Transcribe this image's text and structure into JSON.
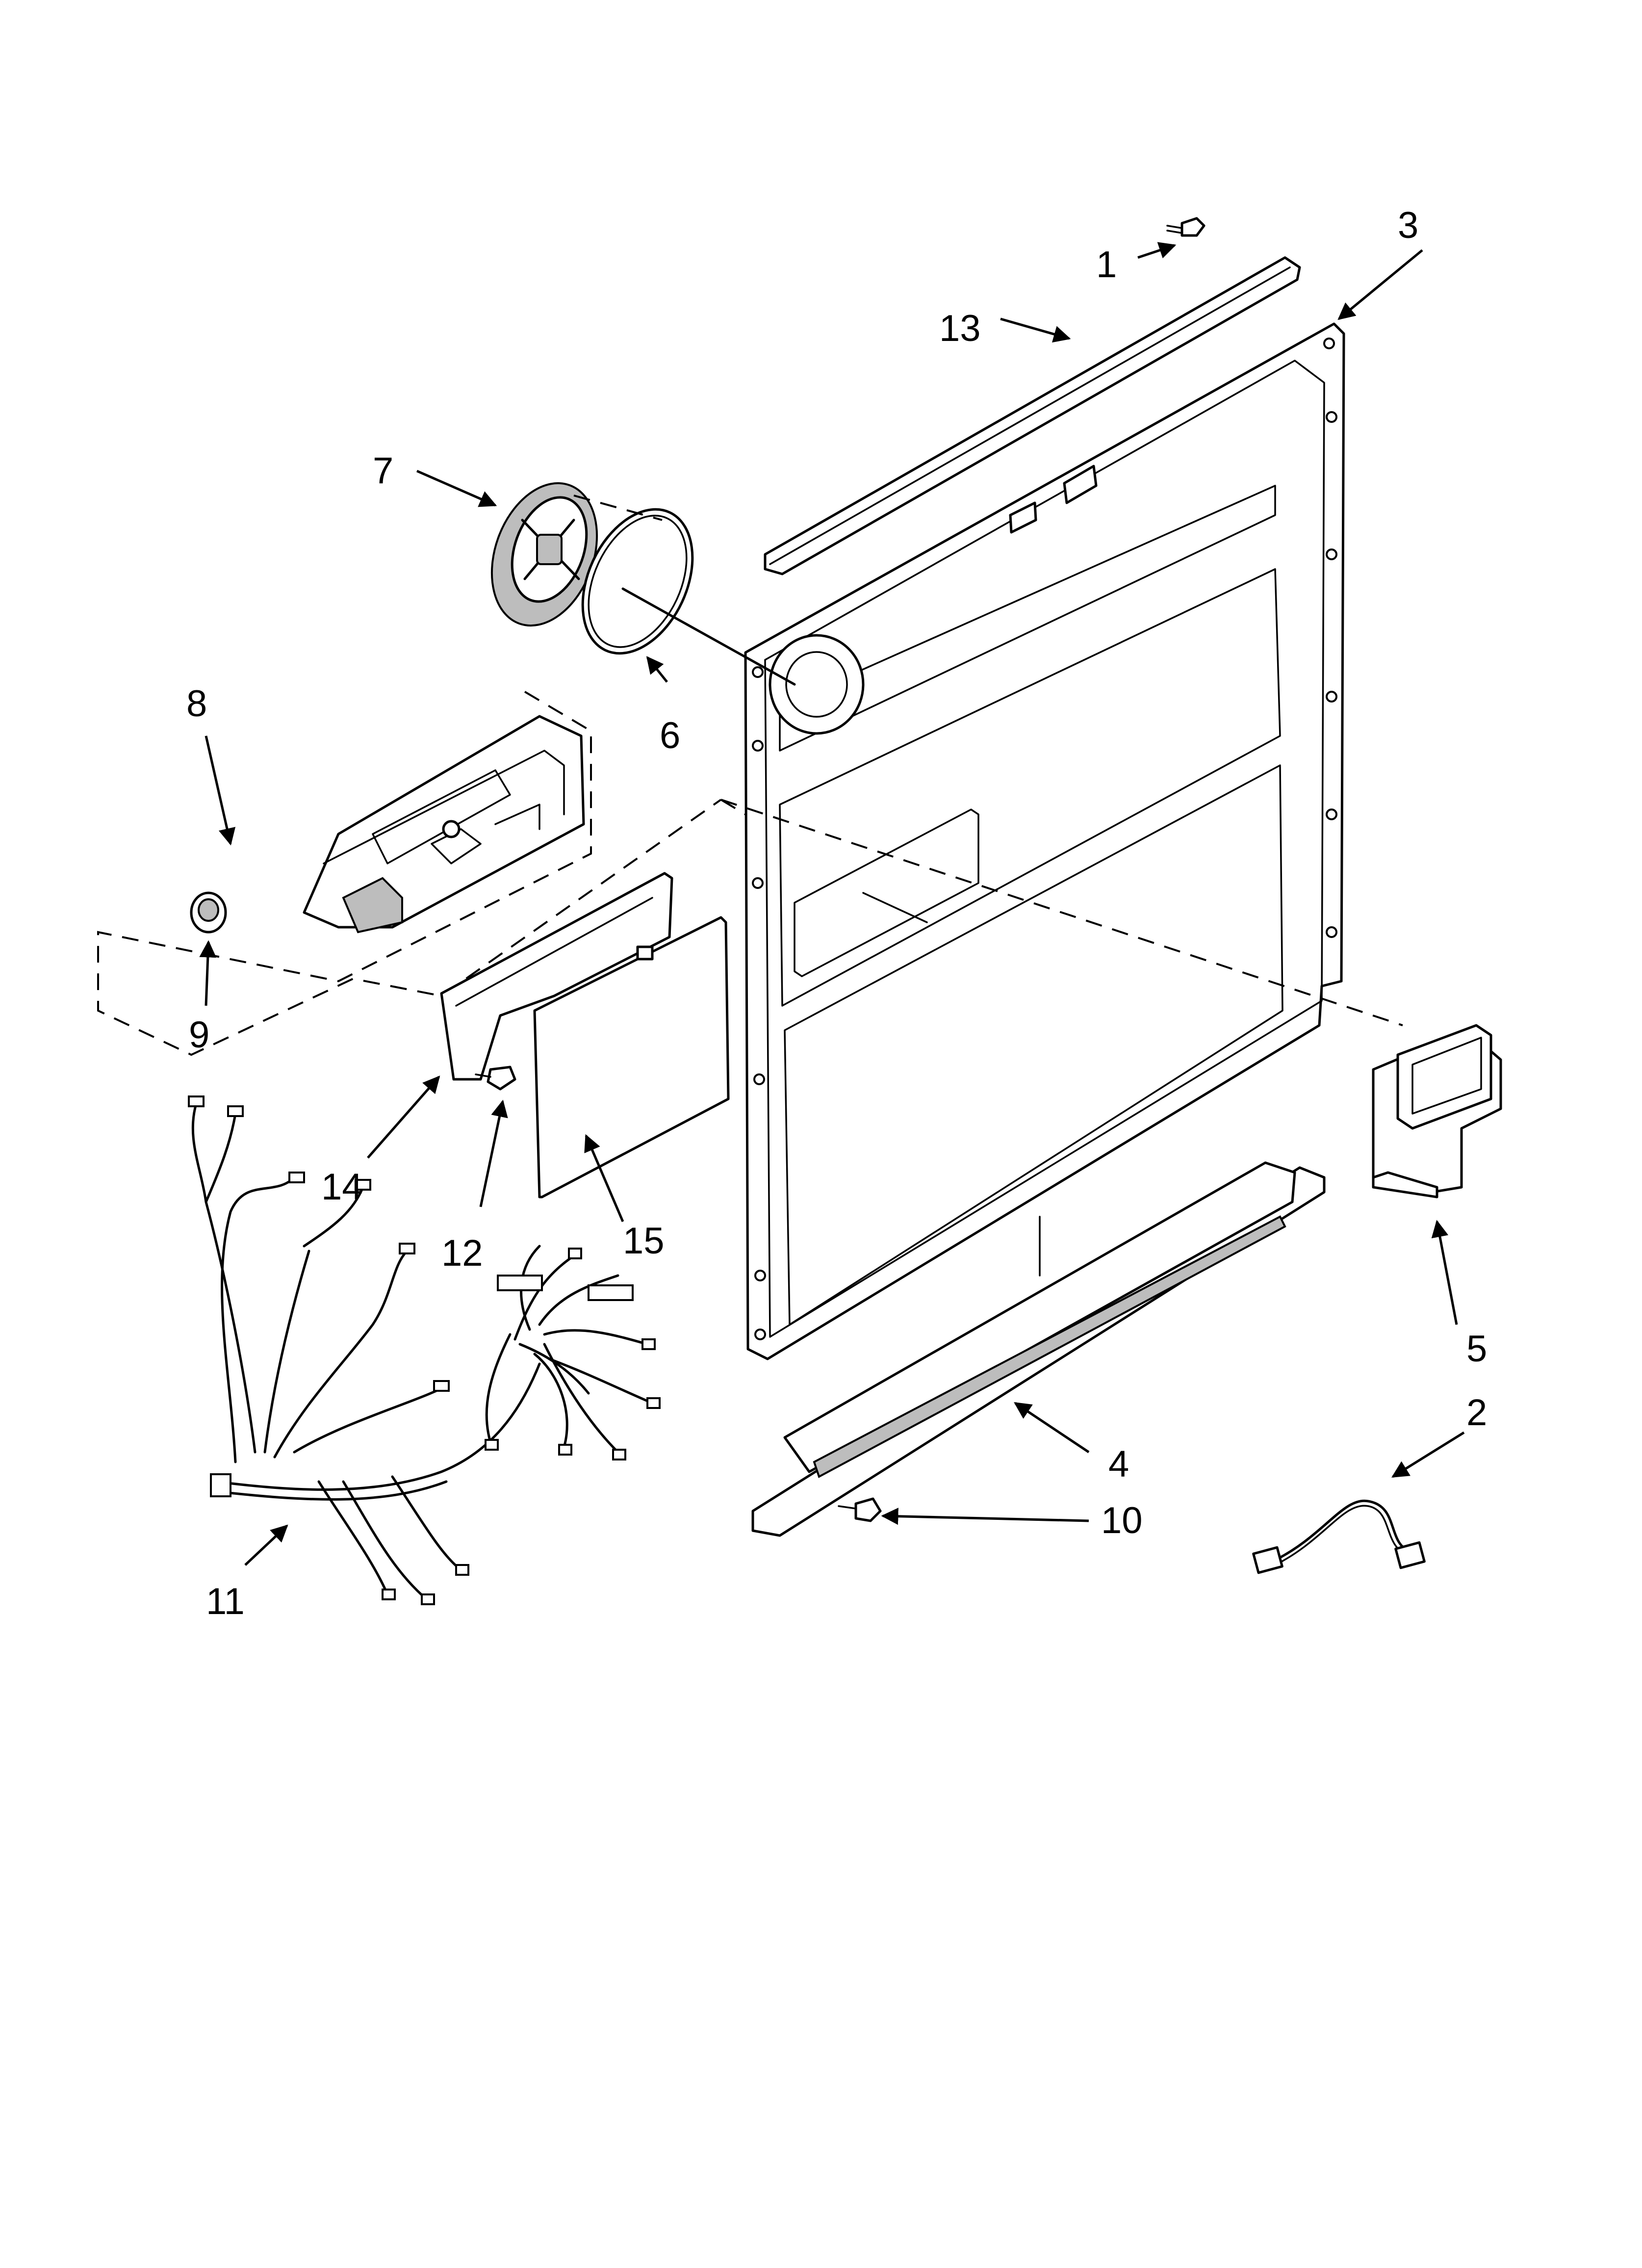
{
  "diagram": {
    "type": "exploded-parts-view",
    "callouts": [
      {
        "id": "1",
        "label": "1"
      },
      {
        "id": "2",
        "label": "2"
      },
      {
        "id": "3",
        "label": "3"
      },
      {
        "id": "4",
        "label": "4"
      },
      {
        "id": "5",
        "label": "5"
      },
      {
        "id": "6",
        "label": "6"
      },
      {
        "id": "7",
        "label": "7"
      },
      {
        "id": "8",
        "label": "8"
      },
      {
        "id": "9",
        "label": "9"
      },
      {
        "id": "10",
        "label": "10"
      },
      {
        "id": "11",
        "label": "11"
      },
      {
        "id": "12",
        "label": "12"
      },
      {
        "id": "13",
        "label": "13"
      },
      {
        "id": "14",
        "label": "14"
      },
      {
        "id": "15",
        "label": "15"
      }
    ]
  }
}
